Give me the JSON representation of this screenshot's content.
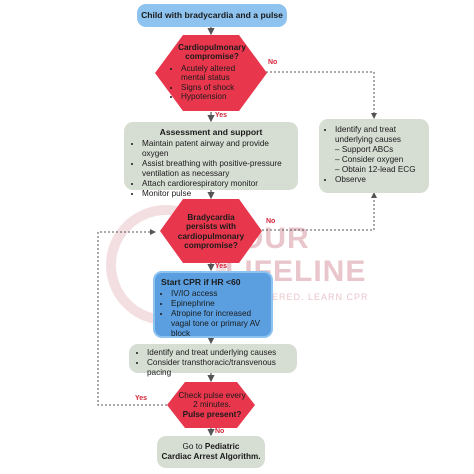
{
  "watermark": {
    "line1": "OUR",
    "line2": "LIFELINE",
    "tagline": "EMPOWERED. LEARN CPR"
  },
  "start": {
    "label": "Child with bradycardia and a pulse"
  },
  "decision1": {
    "title": "Cardiopulmonary compromise?",
    "items": [
      "Acutely altered mental status",
      "Signs of shock",
      "Hypotension"
    ],
    "no_label": "No",
    "yes_label": "Yes"
  },
  "assessment": {
    "title": "Assessment and support",
    "items": [
      "Maintain patent airway and provide oxygen",
      "Assist breathing with positive-pressure ventilation as necessary",
      "Attach cardiorespiratory monitor",
      "Monitor pulse"
    ]
  },
  "side_box": {
    "items": [
      "Identify and treat underlying causes",
      "Observe"
    ],
    "subitems": [
      "Support ABCs",
      "Consider oxygen",
      "Obtain 12-lead ECG"
    ]
  },
  "decision2": {
    "title": "Bradycardia persists with cardiopulmonary compromise?",
    "no_label": "No",
    "yes_label": "Yes"
  },
  "cpr": {
    "title": "Start CPR if HR <60",
    "items": [
      "IV/IO access",
      "Epinephrine",
      "Atropine for increased vagal tone or primary AV block"
    ]
  },
  "identify": {
    "items": [
      "Identify and treat underlying causes",
      "Consider transthoracic/transvenous pacing"
    ]
  },
  "decision3": {
    "line1": "Check pulse every 2 minutes.",
    "line2": "Pulse present?",
    "yes_label": "Yes",
    "no_label": "No"
  },
  "final": {
    "line1_prefix": "Go to ",
    "line1_bold": "Pediatric",
    "line2": "Cardiac Arrest Algorithm."
  },
  "colors": {
    "blue": "#8ec3ef",
    "red": "#e8374d",
    "gray_box": "#d6ddd3",
    "cpr_box": "#5b9fe0",
    "arrow": "#555555"
  }
}
